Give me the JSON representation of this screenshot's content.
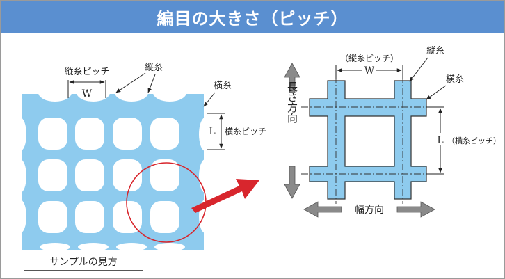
{
  "title": "編目の大きさ（ピッチ）",
  "colors": {
    "header": "#5a8fd0",
    "mesh": "#8ecbee",
    "zoom_circle": "#d8262d",
    "arrow_gray": "#8a8a8a"
  },
  "left_panel": {
    "label_warp": "縦糸",
    "label_warp_pitch": "縦糸ピッチ",
    "label_w": "W",
    "label_weft": "横糸",
    "label_l": "L",
    "label_weft_pitch": "横糸ピッチ"
  },
  "right_panel": {
    "label_warp_pitch_paren": "（縦糸ピッチ）",
    "label_w": "W",
    "label_warp": "縦糸",
    "label_weft": "横糸",
    "label_l": "L",
    "label_weft_pitch_paren": "（横糸ピッチ）",
    "label_length_dir": "長さ方向",
    "label_width_dir": "幅方向"
  },
  "caption": "サンプルの見方"
}
